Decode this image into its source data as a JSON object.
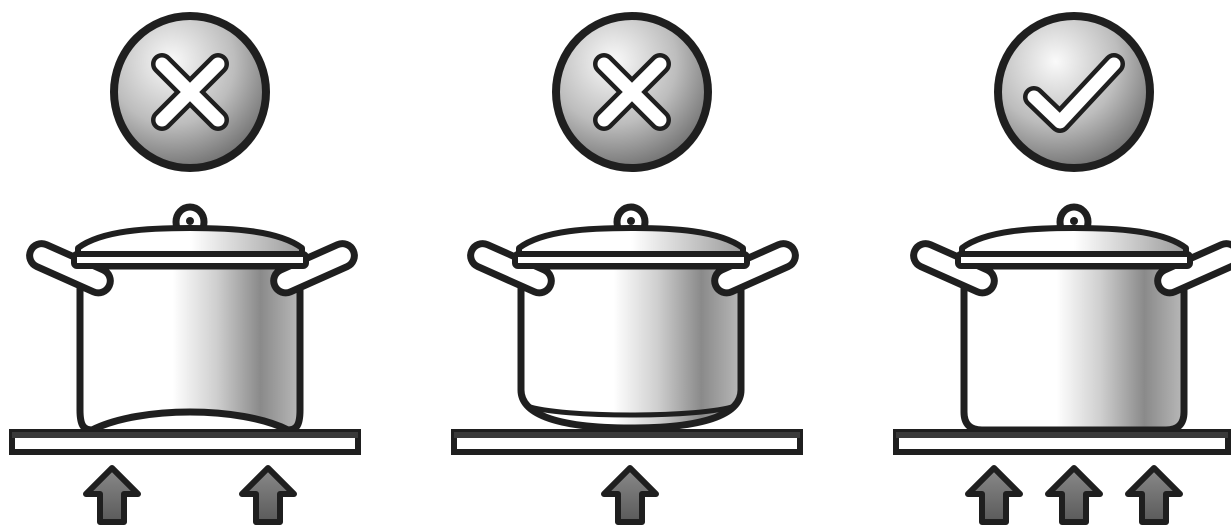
{
  "panels": [
    {
      "id": "concave-base",
      "verdict": "incorrect",
      "verdict_icon": "cross-icon",
      "pot_base": "concave",
      "heat_arrows": 2
    },
    {
      "id": "convex-base",
      "verdict": "incorrect",
      "verdict_icon": "cross-icon",
      "pot_base": "convex",
      "heat_arrows": 1
    },
    {
      "id": "flat-base",
      "verdict": "correct",
      "verdict_icon": "check-icon",
      "pot_base": "flat",
      "heat_arrows": 3
    }
  ],
  "colors": {
    "outline": "#1f1f1f",
    "hob": "#3a3a3a",
    "arrow_fill": "#6f6f6f",
    "badge_light": "#fafafa",
    "badge_dark": "#6b6b6b"
  }
}
